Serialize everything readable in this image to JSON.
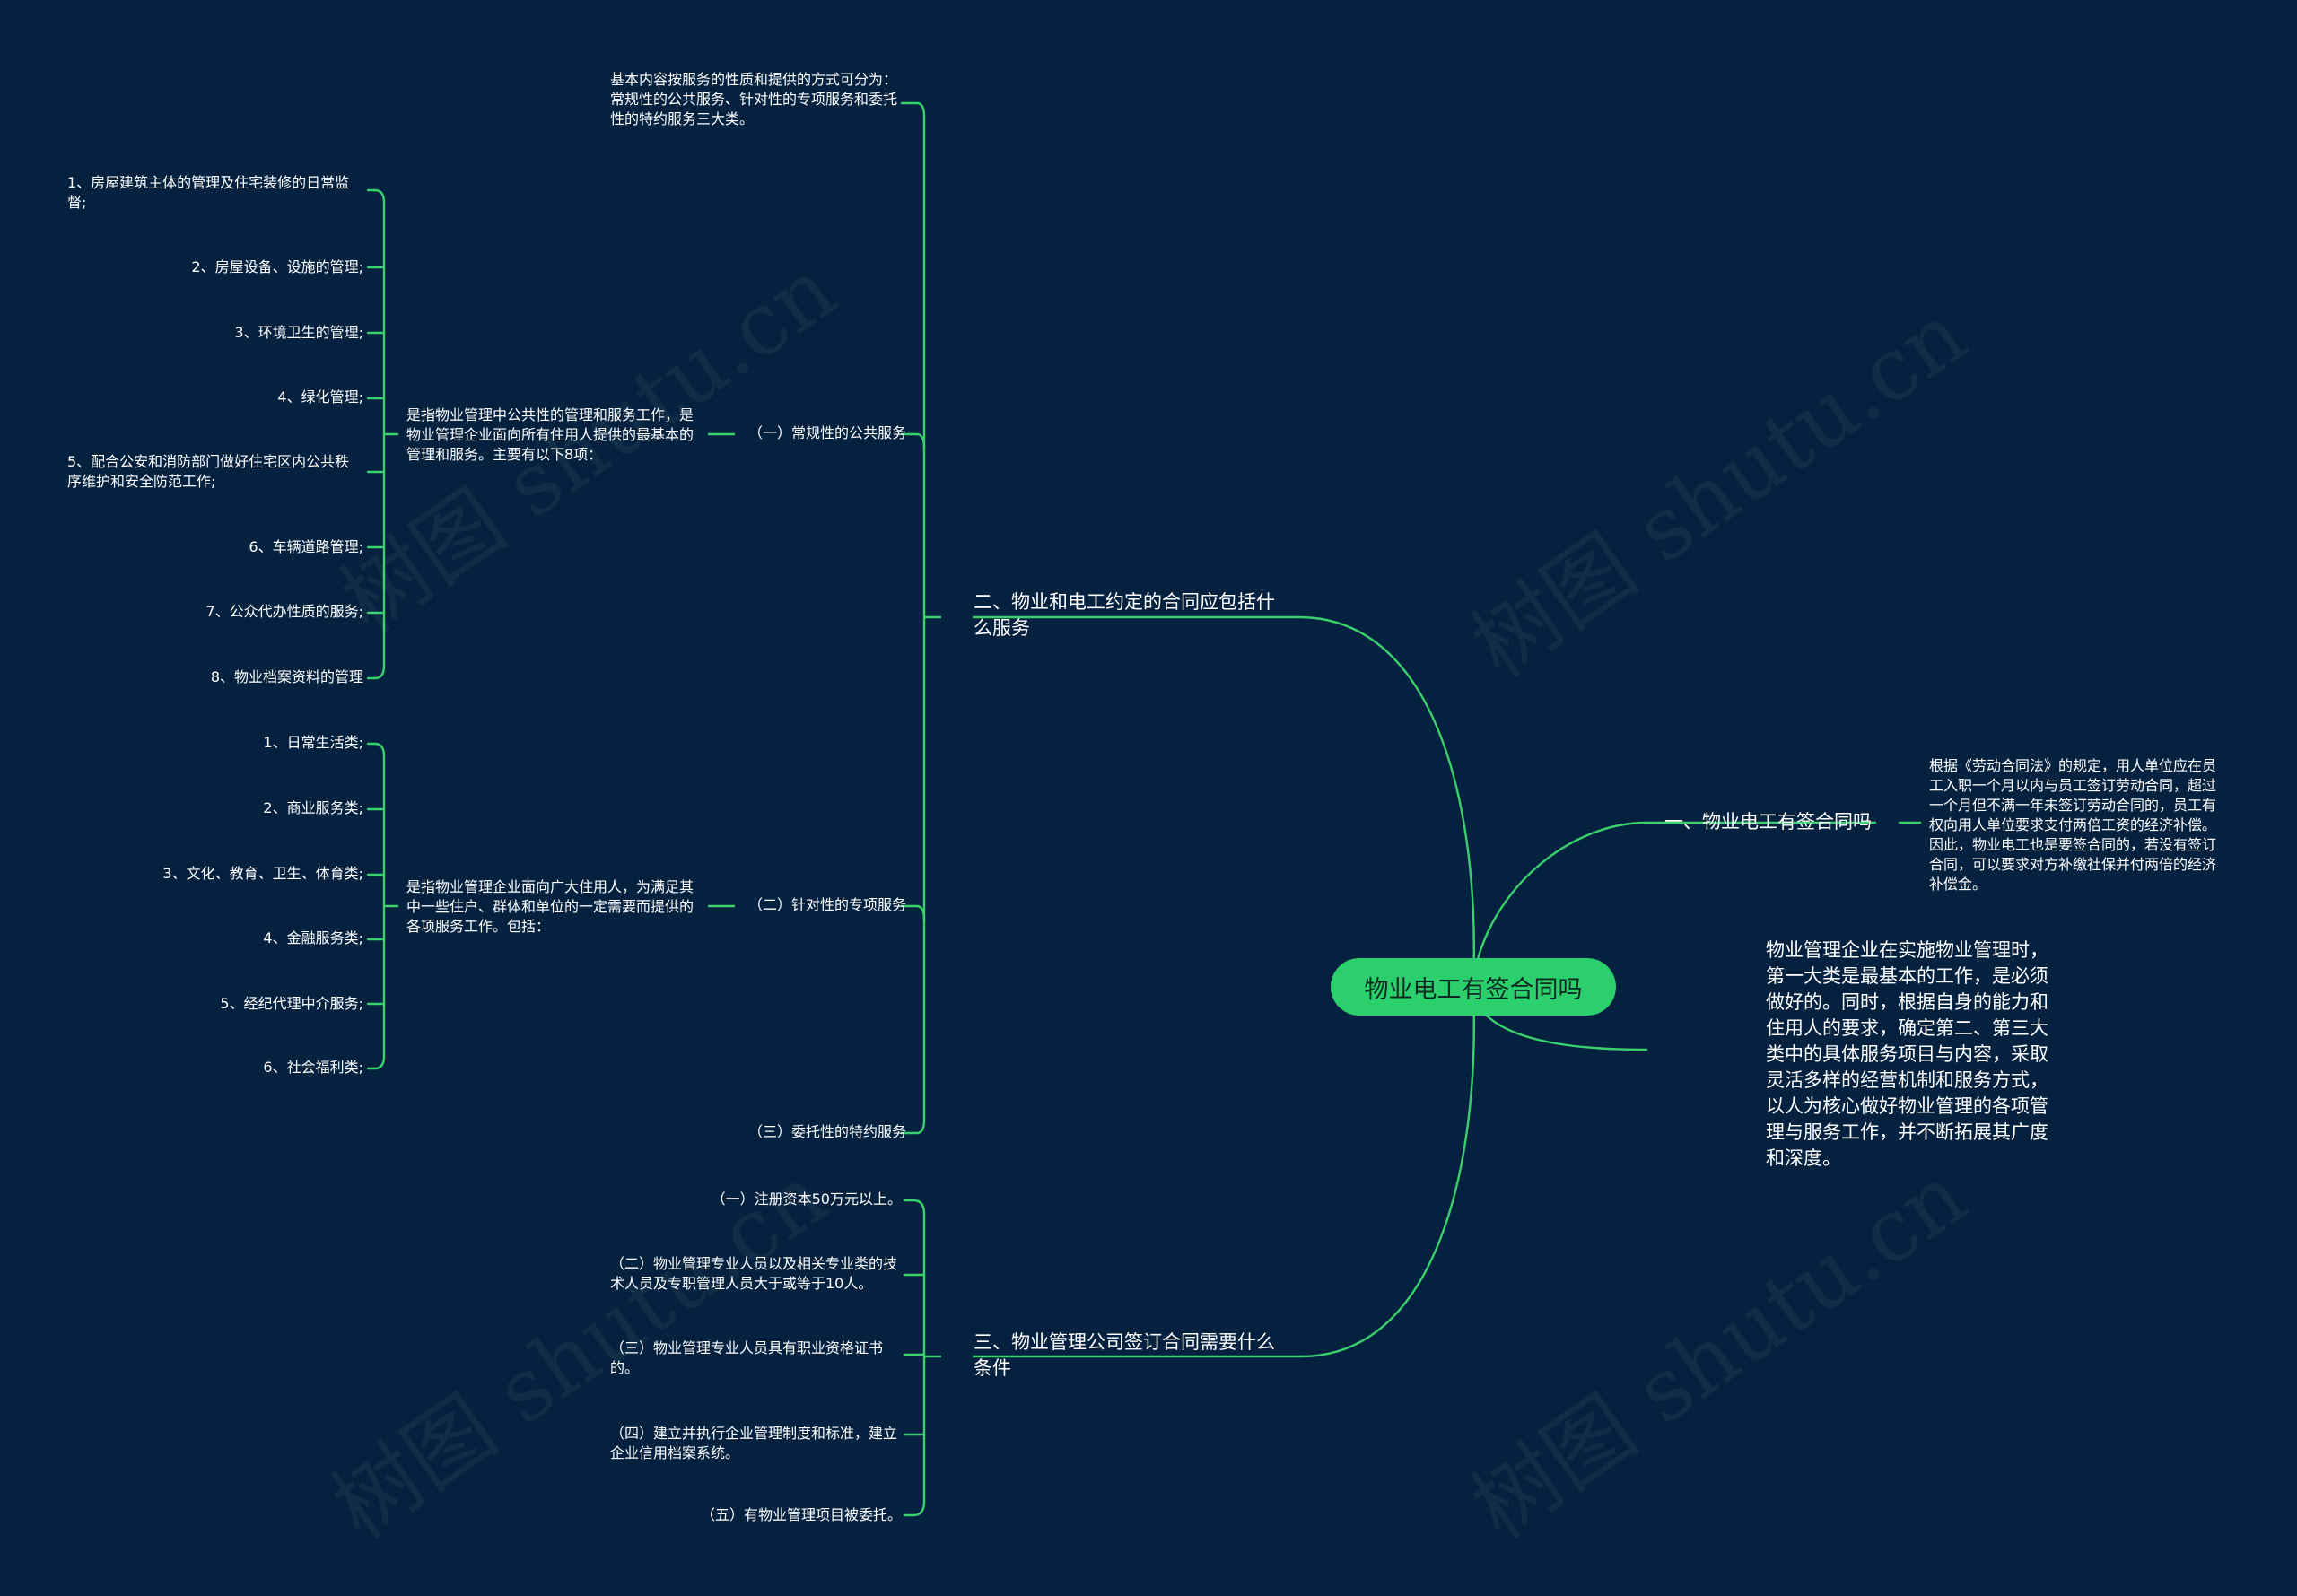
{
  "watermark": "树图 shutu.cn",
  "root": {
    "label": "物业电工有签合同吗"
  },
  "colors": {
    "background": "#04223f",
    "link": "#3ad06d",
    "root_fill": "#2bcf6c",
    "text": "#ffffff"
  },
  "branch_left_top": {
    "title": "二、物业和电工约定的合同应包括什么服务",
    "intro": "基本内容按服务的性质和提供的方式可分为：常规性的公共服务、针对性的专项服务和委托性的特约服务三大类。",
    "cat1": {
      "label": "（一）常规性的公共服务",
      "desc": "是指物业管理中公共性的管理和服务工作，是物业管理企业面向所有住用人提供的最基本的管理和服务。主要有以下8项：",
      "items": [
        "1、房屋建筑主体的管理及住宅装修的日常监督;",
        "2、房屋设备、设施的管理;",
        "3、环境卫生的管理;",
        "4、绿化管理;",
        "5、配合公安和消防部门做好住宅区内公共秩序维护和安全防范工作;",
        "6、车辆道路管理;",
        "7、公众代办性质的服务;",
        "8、物业档案资料的管理"
      ]
    },
    "cat2": {
      "label": "（二）针对性的专项服务",
      "desc": "是指物业管理企业面向广大住用人，为满足其中一些住户、群体和单位的一定需要而提供的各项服务工作。包括：",
      "items": [
        "1、日常生活类;",
        "2、商业服务类;",
        "3、文化、教育、卫生、体育类;",
        "4、金融服务类;",
        "5、经纪代理中介服务;",
        "6、社会福利类;"
      ]
    },
    "cat3": {
      "label": "（三）委托性的特约服务"
    }
  },
  "branch_left_bottom": {
    "title": "三、物业管理公司签订合同需要什么条件",
    "items": [
      "（一）注册资本50万元以上。",
      "（二）物业管理专业人员以及相关专业类的技术人员及专职管理人员大于或等于10人。",
      "（三）物业管理专业人员具有职业资格证书的。",
      "（四）建立并执行企业管理制度和标准，建立企业信用档案系统。",
      "（五）有物业管理项目被委托。"
    ]
  },
  "branch_right_top": {
    "title": "一、物业电工有签合同吗",
    "detail": "根据《劳动合同法》的规定，用人单位应在员工入职一个月以内与员工签订劳动合同，超过一个月但不满一年未签订劳动合同的，员工有权向用人单位要求支付两倍工资的经济补偿。因此，物业电工也是要签合同的，若没有签订合同，可以要求对方补缴社保并付两倍的经济补偿金。"
  },
  "branch_right_bottom": {
    "text": "物业管理企业在实施物业管理时，第一大类是最基本的工作，是必须做好的。同时，根据自身的能力和住用人的要求，确定第二、第三大类中的具体服务项目与内容，采取灵活多样的经营机制和服务方式，以人为核心做好物业管理的各项管理与服务工作，并不断拓展其广度和深度。"
  }
}
